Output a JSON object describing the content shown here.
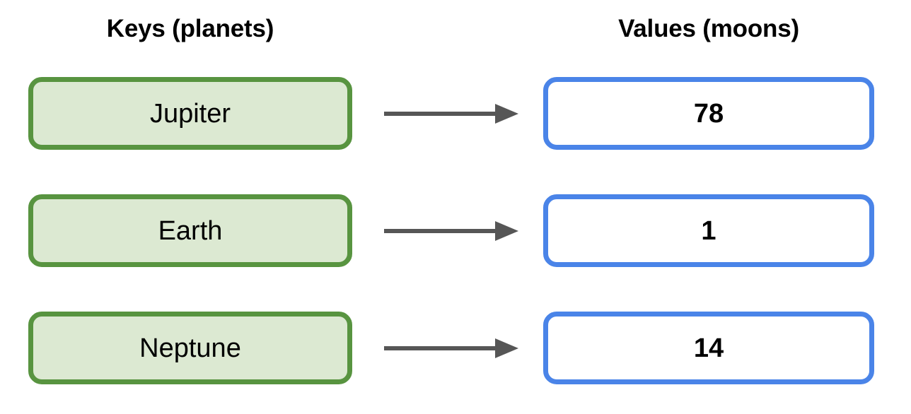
{
  "diagram": {
    "title_keys": "Keys (planets)",
    "title_values": "Values (moons)",
    "colors": {
      "key_border": "#589440",
      "key_fill": "#dce9d2",
      "value_border": "#4a84e8",
      "value_fill": "#ffffff",
      "arrow": "#565656",
      "text": "#000000",
      "background": "#ffffff"
    },
    "rows": [
      {
        "key": "Jupiter",
        "value": "78",
        "arrow": "arrow-right-icon"
      },
      {
        "key": "Earth",
        "value": "1",
        "arrow": "arrow-right-icon"
      },
      {
        "key": "Neptune",
        "value": "14",
        "arrow": "arrow-right-icon"
      }
    ]
  }
}
